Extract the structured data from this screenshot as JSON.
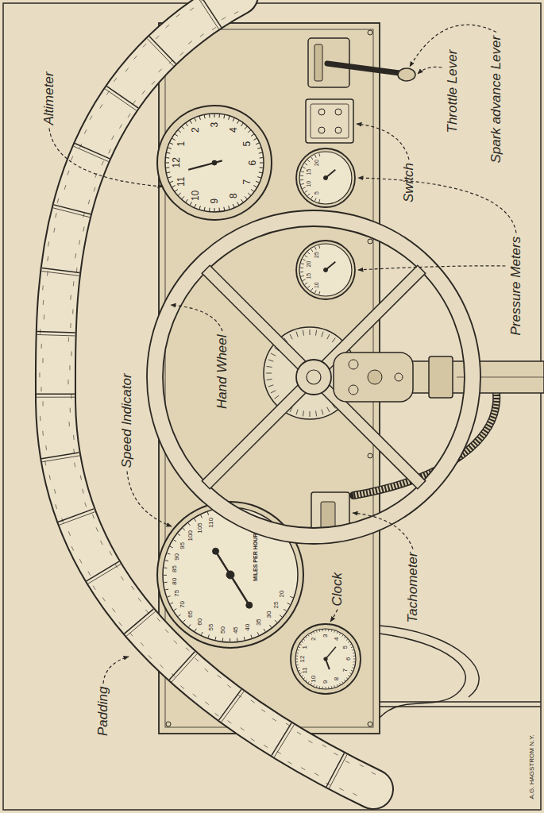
{
  "diagram": {
    "labels": [
      "Altimeter",
      "Throttle Lever",
      "Spark advance Lever",
      "Switch",
      "Pressure Meters",
      "Hand Wheel",
      "Speed Indicator",
      "Tachometer",
      "Clock",
      "Padding",
      "A.G. HAGSTROM N.Y.",
      "12",
      "1",
      "2",
      "3",
      "4",
      "5",
      "6",
      "7",
      "8",
      "9",
      "10",
      "11",
      "20",
      "25",
      "30",
      "35",
      "40",
      "45",
      "50",
      "55",
      "60",
      "65",
      "70",
      "75",
      "80",
      "85",
      "90",
      "95",
      "100",
      "105",
      "110",
      "MILES PER HOUR",
      "5",
      "10",
      "15",
      "20",
      "10",
      "15",
      "20",
      "25",
      "12",
      "1",
      "2",
      "3",
      "4",
      "5",
      "6",
      "7",
      "8",
      "9",
      "10",
      "11"
    ]
  }
}
